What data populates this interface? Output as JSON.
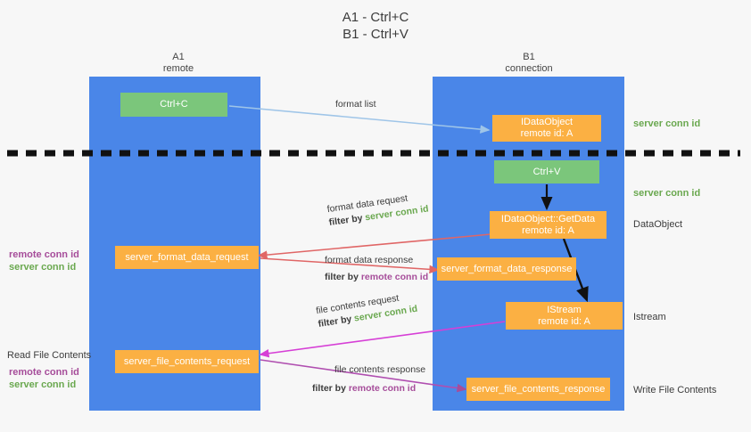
{
  "title": {
    "line1": "A1 - Ctrl+C",
    "line2": "B1 - Ctrl+V"
  },
  "colors": {
    "lane": "#4a86e8",
    "green_box": "#7bc67b",
    "orange_box": "#fbb043",
    "server_conn": "#6aa84f",
    "remote_conn": "#a64d9a",
    "arrow_blue": "#9fc5e8",
    "arrow_red": "#e06666",
    "arrow_magenta": "#c840c8",
    "arrow_purple": "#a64d9a",
    "arrow_black": "#000000",
    "background": "#f7f7f7"
  },
  "lanes": [
    {
      "name": "A1",
      "sub": "remote"
    },
    {
      "name": "B1",
      "sub": "connection"
    }
  ],
  "boxes": {
    "ctrl_c": "Ctrl+C",
    "ctrl_v": "Ctrl+V",
    "idataobject": {
      "line1": "IDataObject",
      "line2": "remote id: A"
    },
    "getdata": {
      "line1": "IDataObject::GetData",
      "line2": "remote id: A"
    },
    "istream": {
      "line1": "IStream",
      "line2": "remote id: A"
    },
    "server_format_data_request": "server_format_data_request",
    "server_format_data_response": "server_format_data_response",
    "server_file_contents_request": "server_file_contents_request",
    "server_file_contents_response": "server_file_contents_response"
  },
  "edges": {
    "format_list": "format list",
    "format_data_request": "format data request",
    "format_data_request_filter_prefix": "filter by ",
    "format_data_request_filter_value": "server conn id",
    "format_data_response": "format data response",
    "format_data_response_filter_prefix": "filter by ",
    "format_data_response_filter_value": "remote conn id",
    "file_contents_request": "file contents request",
    "file_contents_request_filter_prefix": "filter by ",
    "file_contents_request_filter_value": "server conn id",
    "file_contents_response": "file contents response",
    "file_contents_response_filter_prefix": "filter by ",
    "file_contents_response_filter_value": "remote conn id"
  },
  "annotations": {
    "right_server_conn_1": "server conn id",
    "right_server_conn_2": "server conn id",
    "right_dataobject": "DataObject",
    "right_istream": "Istream",
    "right_write_file_contents": "Write File Contents",
    "left_remote_conn_1": "remote conn id",
    "left_server_conn_1": "server conn id",
    "left_read_file_contents": "Read File Contents",
    "left_remote_conn_2": "remote conn id",
    "left_server_conn_2": "server conn id"
  }
}
